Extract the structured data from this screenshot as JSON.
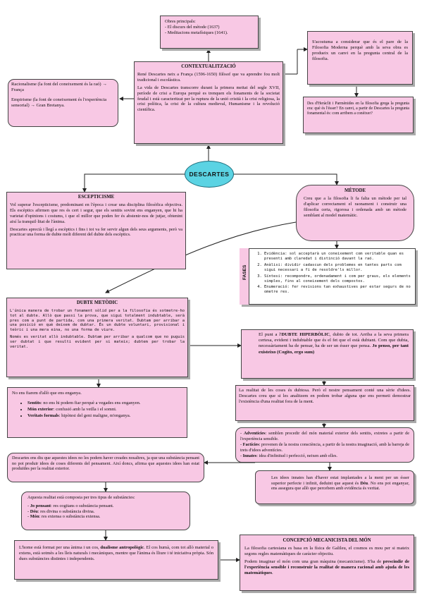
{
  "center": {
    "label": "DESCARTES"
  },
  "obres": {
    "lines": [
      "Obres principals:",
      "- El discurs del mètode (1637)",
      "- Meditacions metafísiques (1641)."
    ]
  },
  "context": {
    "title": "CONTEXTUALITZACIÓ",
    "p1": "René Descartes neix a França (1596-1650) filòsof que va aprendre fou molt tradicional i escolàstica.",
    "p2": "La vida de Descartes transcorre durant la primera meitat del segle XVII, període de crisi a Europa perquè es trenquen els fonaments de la societat feudal i està caracteritzat per la ruptura de la unió cristià i la crisi religiosa, la crisi política, la crisi de la cultura medieval, Humanisme i la revolució científica."
  },
  "racionalisme": {
    "p1": "Racionalisme (la font del coneixement és la raó) → França",
    "p2": "Empirisme (la font de coneixement és l'experiència sensorial) → Gran Bretanya."
  },
  "moderna": {
    "text": "S'acostuma a considerar que és el pare de la Filosofia Moderna perquè amb la seva obra es produeix un canvi en la pregunta central de la filosofia."
  },
  "heraclit": {
    "text": "Des d'Heràclit i Parmènides en la filosofia grega la pregunta era: què és l'ésser? En canvi, a partir de Descartes la pregunta fonamental és: com arribem a conèixer?"
  },
  "escepticisme": {
    "title": "ESCEPTICISME",
    "p1": "Vol superar l'escepticisme, predominant en l'època i crear una disciplina filosòfica objectiva. Els escèptics afirmen que res és cert i segur, que els sentits sovint ens enganyen, que hi ha varietat d'opinions i costums, i que el millor que poden fer és abstenir-nos de jutjar, obtenint així la tranquil·litat de l'ànima.",
    "p2": "Descartes aprecià i llegí a escèptics i fins i tot va fer servir algun dels seus arguments, però va practicar una forma de dubte molt diferent del dubte dels escèptics."
  },
  "metode": {
    "title": "MÈTODE",
    "text": "Creu que a la filosofia li fa falta un mètode per tal d'aplicar correctament el raonament i construir una filosofia certa, rigorosa i ordenada amb un mètode semblant al model matemàtic."
  },
  "fases": {
    "label": "FASES",
    "items": [
      "Evidència: sol acceptarà un coneixement com veritable quan es presenti amb claredat i distinció davant la raó.",
      "Anàlisi: dividir cadascun dels problemes en tantes parts com sigui necessari a fi de resoldre'ls millor.",
      "Síntesi: recompondre, ordenadament i com per graus, els elements simples, fins al coneixement dels compostos.",
      "Enumeració: fer revisions tan exhaustives per estar segurs de no ometre res."
    ]
  },
  "dubte": {
    "title": "DUBTE METÒDIC",
    "p1": "L'única manera de trobar un fonament sòlid per a la filosofia és sotmetre-ho tot al dubte. Allò que passi la prova, que sigui totalment indubtable, serà pres com a punt de partida, com una primera veritat. Dubtam per arribar a una posició en què deixem de dubtar. És un dubte voluntari, provisional i teòric i una mera eina, no una forma de viure.",
    "p2": "Només es veritat allò indubtable. Dubtam per arribar a qualcom que no puguis ser dubtat i que resulti evident per si mateix; dubtem per trobar la veritat."
  },
  "hiperbolic": {
    "pre": "El punt a l'",
    "bold": "DUBTE HIPERBÒLIC",
    "post": ", dubto de tot. Arriba a la seva primera certesa, evident i indubtable que és el fet que el està dubtant. Com que dubta, necessàriament ha de pensar, ha de ser un ésser que pensa.",
    "cogito": "Jo penso, per tant existeixo (Cogito, ergo sum)"
  },
  "enganya": {
    "intro": "No ens fiarem d'allò que ens enganya.",
    "items": [
      {
        "label": "Sentits",
        "text": ": no ens hi podem fiar perquè a vegades ens enganyen."
      },
      {
        "label": "Món exterior",
        "text": ": confusió amb la vetlla i el somni."
      },
      {
        "label": "Veritats formals",
        "text": ": hipòtesi del geni maligne, m'enganya."
      }
    ]
  },
  "realitat": {
    "text": "La realitat de les coses és dubtosa. Però el nostre pensament conté una sèrie d'idees. Descartes creu que si les analitzem en podem trobar alguna que ens permeti demostrar l'existència d'una realitat fora de la ment."
  },
  "idees": {
    "items": [
      {
        "label": "Adventícies",
        "text": ": semblen procedir del món material exterior dels sentits, extretes a partir de l'experiència sensible."
      },
      {
        "label": "Factícies",
        "text": ": provenen de la nostra consciència, a partir de la nostra imaginació, amb la barreja de trets d'idees adventícies."
      },
      {
        "label": "Innates",
        "text": ": idea d'infinitud i perfecció, neixen amb elles."
      }
    ]
  },
  "deu": {
    "text": "Descartes ens diu que aquestes idees no les podem haver creades nosaltres, ja que una substància pensant no pot produir idees de coses diferents del pensament. Així doncs, afirma que aquestes idees han estat produïdes per la realitat exterior."
  },
  "innates": {
    "pre": "Les idees innates han d'haver estat implantades a la ment per un ésser superior perfecte i infinit, deduint que aquest és ",
    "bold": "Déu",
    "post": ". No ens pot enganyar, ens assegura que allò que percebem amb evidència és veritat."
  },
  "substancies": {
    "intro": "Aquesta realitat està composta per tres tipus de substàncies:",
    "items": [
      {
        "label": "Jo pensant",
        "text": ": res cogitans o substància pensant."
      },
      {
        "label": "Déu",
        "text": ": res divina o substància divina."
      },
      {
        "label": "Món",
        "text": ": res extensa o substància extensa."
      }
    ]
  },
  "dualisme": {
    "pre": "L'home està format per una ànima i un cos, ",
    "bold": "dualisme antropològic",
    "post": ". El cos humà, com tot allò material o extens, està sotmès a les lleis naturals i mecàniques, mentre que l'ànima és lliure i té iniciativa pròpia. Són dues substàncies distintes i independents."
  },
  "mecanicista": {
    "title": "CONCEPCIÓ MECANICISTA DEL MÓN",
    "p1": "La filosofia cartesiana es basa en la física de Galileu, el cosmos es mou per si mateix segons regles matemàtiques de caràcter objectiu.",
    "p2pre": "Podem imaginar el món com una gran màquina (mecanicisme). S'ha de ",
    "p2bold": "prescindir de l'experiència sensible i reconstruir la realitat de manera racional amb ajuda de les matemàtiques",
    "p2post": "."
  }
}
